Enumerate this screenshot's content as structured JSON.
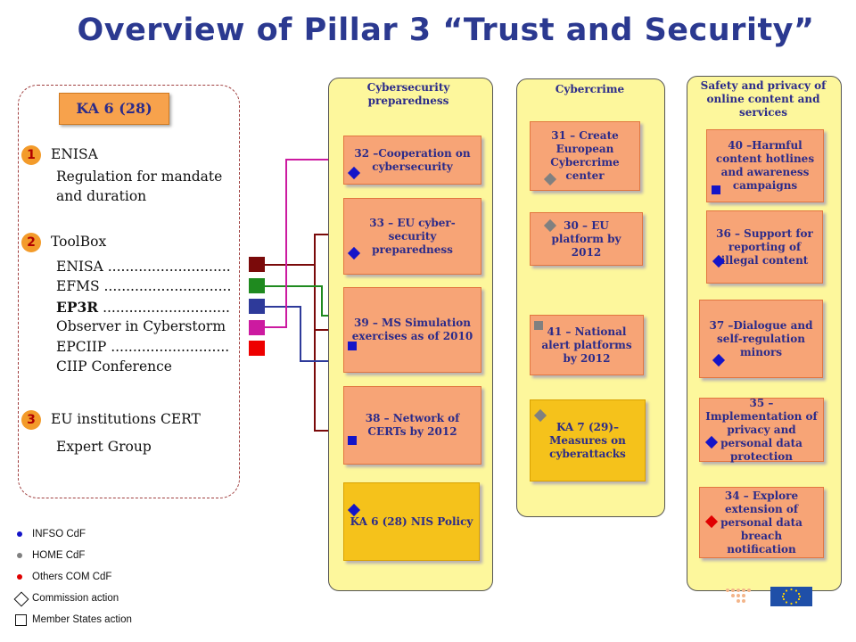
{
  "title": "Overview of Pillar 3 “Trust and Security”",
  "left_panel": {
    "tag": "KA 6 (28)",
    "items": [
      {
        "num": "1",
        "label": "ENISA"
      },
      {
        "num": "2",
        "label": "ToolBox"
      },
      {
        "num": "3",
        "label": "EU institutions CERT"
      }
    ],
    "lines": {
      "regulation_1": "Regulation for mandate",
      "regulation_2": "and duration",
      "enisa": "ENISA ............................",
      "efms": "EFMS .............................",
      "ep3r": "EP3R",
      "ep3r_dots": " .............................",
      "observer": "Observer in Cyberstorm",
      "epciip": "EPCIIP ...........................",
      "ciip": "CIIP Conference",
      "expert": "Expert Group"
    },
    "toolbox_colors": [
      "#7a0a0a",
      "#1f8a1f",
      "#2e3a9a",
      "#cc1aa0",
      "#ee0000"
    ]
  },
  "columns": {
    "cyber_prep": {
      "header": "Cybersecurity preparedness",
      "boxes": [
        "32 –Cooperation on cybersecurity",
        "33 – EU cyber-security preparedness",
        "39 – MS Simulation exercises as of 2010",
        "38 – Network of CERTs by 2012",
        "KA 6 (28) NIS Policy"
      ]
    },
    "cybercrime": {
      "header": "Cybercrime",
      "boxes": [
        "31 – Create European Cybercrime center",
        "30 – EU platform by 2012",
        "41 – National alert platforms by 2012",
        "KA 7 (29)– Measures on cyberattacks"
      ]
    },
    "safety": {
      "header": "Safety and privacy of online content and services",
      "boxes": [
        "40 –Harmful content hotlines and awareness campaigns",
        "36 – Support for reporting of illegal content",
        "37 –Dialogue and self-regulation minors",
        "35 – Implementation of privacy and personal data protection",
        "34 – Explore extension of personal data breach notification"
      ]
    }
  },
  "legend": {
    "infso": "INFSO CdF",
    "home": "HOME CdF",
    "others": "Others COM CdF",
    "commission": "Commission action",
    "member": "Member States action"
  },
  "colors": {
    "infso": "#1414c8",
    "home": "#808080",
    "others": "#e00000",
    "title": "#2b3990",
    "column_bg": "#fdf79c",
    "box_bg": "#f7a476",
    "box_gold": "#f5c21b"
  }
}
